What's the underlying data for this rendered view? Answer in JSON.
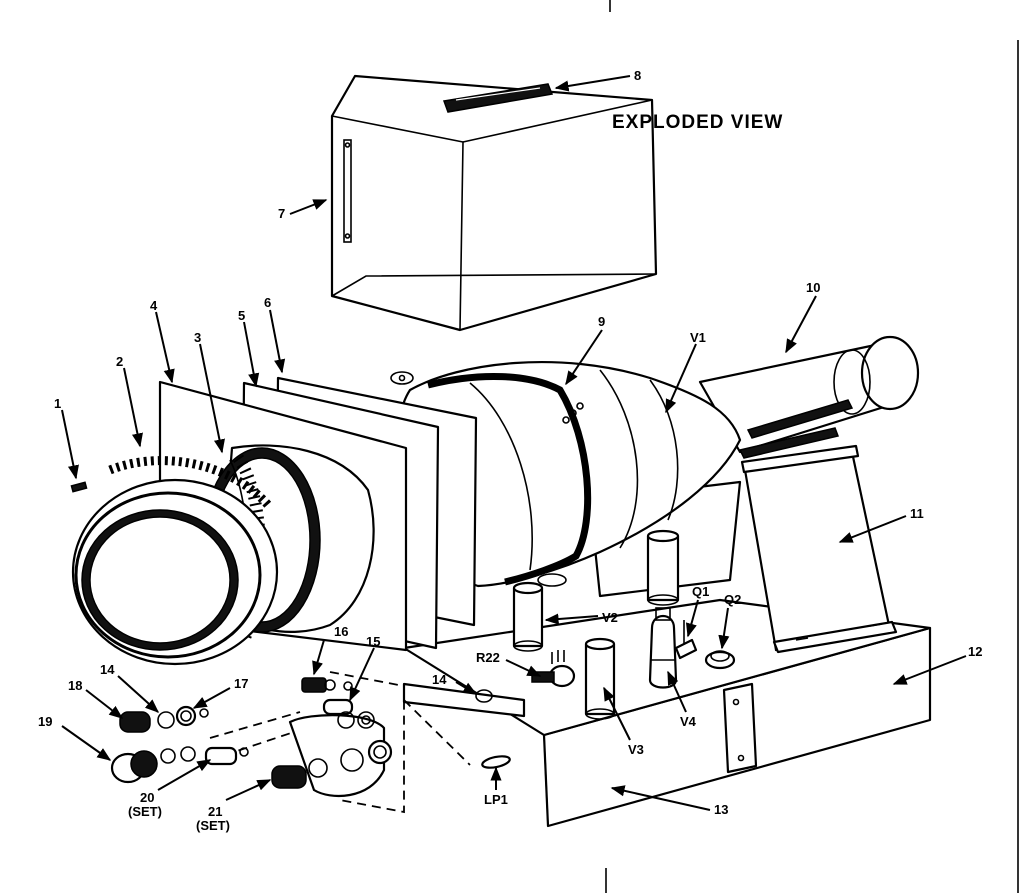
{
  "title": "EXPLODED VIEW",
  "labels": {
    "l1": "1",
    "l2": "2",
    "l3": "3",
    "l4": "4",
    "l5": "5",
    "l6": "6",
    "l7": "7",
    "l8": "8",
    "l9": "9",
    "l10": "10",
    "l11": "11",
    "l12": "12",
    "l13": "13",
    "l14a": "14",
    "l14b": "14",
    "l15": "15",
    "l16": "16",
    "l17": "17",
    "l18": "18",
    "l19": "19",
    "l20": "20",
    "l20sub": "(SET)",
    "l21": "21",
    "l21sub": "(SET)",
    "v1": "V1",
    "v2": "V2",
    "v3": "V3",
    "v4": "V4",
    "q1": "Q1",
    "q2": "Q2",
    "r22": "R22",
    "lp1": "LP1"
  }
}
